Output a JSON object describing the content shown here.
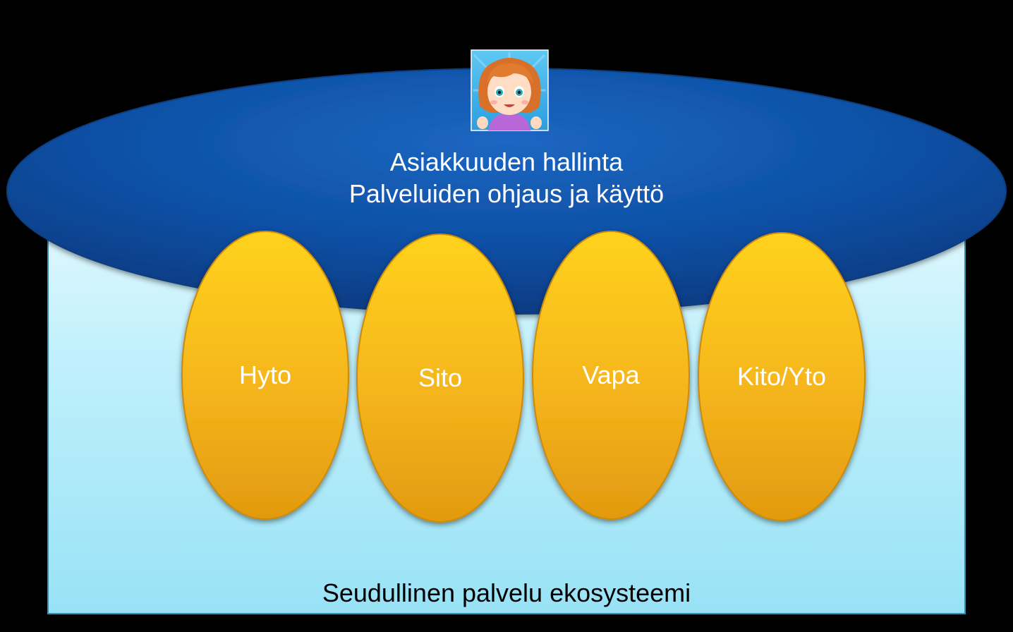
{
  "diagram": {
    "top_ellipse": {
      "line1": "Asiakkuuden hallinta",
      "line2": "Palveluiden ohjaus ja käyttö"
    },
    "services": [
      {
        "label": "Hyto"
      },
      {
        "label": "Sito"
      },
      {
        "label": "Vapa"
      },
      {
        "label": "Kito/Yto"
      }
    ],
    "ecosystem_label": "Seudullinen palvelu ekosysteemi"
  },
  "icons": {
    "avatar": "girl-avatar-icon"
  },
  "colors": {
    "background": "#000000",
    "ecosystem_box": "#aeeaf9",
    "top_ellipse": "#0b4ea6",
    "service_ellipse": "#f7b81a",
    "text_light": "#ffffff",
    "text_dark": "#000000"
  }
}
